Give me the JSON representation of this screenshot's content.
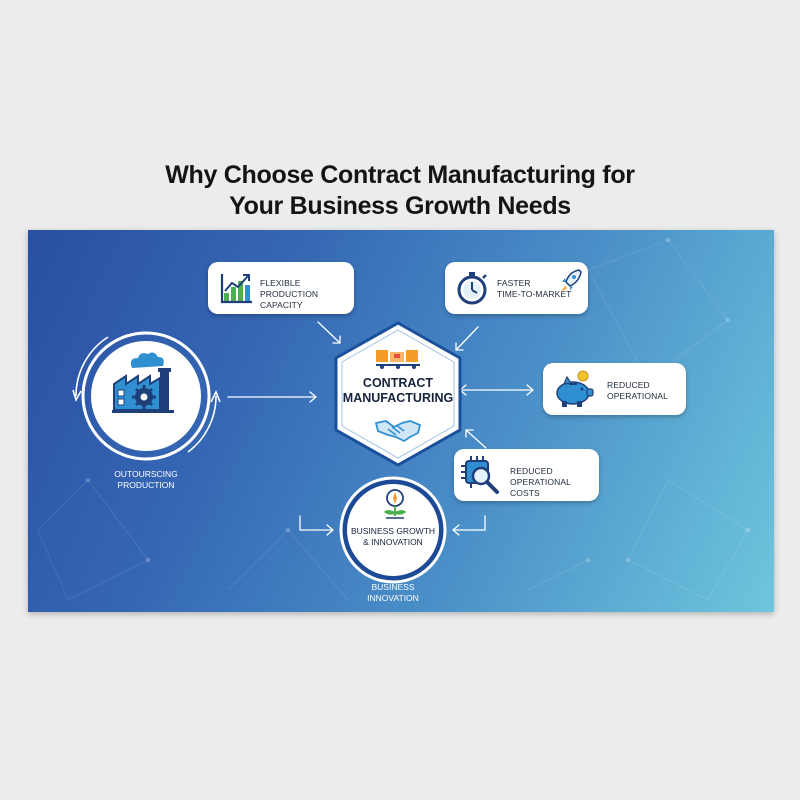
{
  "title": {
    "line1": "Why Choose Contract Manufacturing for",
    "line2": "Your Business Growth Needs"
  },
  "center": {
    "line1": "CONTRACT",
    "line2": "MANUFACTURING",
    "icons": [
      "conveyor-icon",
      "handshake-icon"
    ]
  },
  "outsourcing": {
    "line1": "OUTOURSCING",
    "line2": "PRODUCTION",
    "icon": "factory-gear-icon"
  },
  "cards": {
    "flexible": {
      "line1": "FLEXIBLE",
      "line2": "PRODUCTION CAPACITY",
      "icon": "growth-chart-icon"
    },
    "faster": {
      "line1": "FASTER",
      "line2": "TIME-TO-MARKET",
      "icon": "stopwatch-rocket-icon"
    },
    "reduced_op": {
      "line1": "REDUCED",
      "line2": "OPERATIONAL",
      "icon": "piggy-bank-icon"
    },
    "reduced_costs": {
      "line1": "REDUCED",
      "line2": "OPERATIONAL COSTS",
      "icon": "chip-magnifier-icon"
    }
  },
  "growth": {
    "line1": "BUSINESS GROWTH",
    "line2": "& INNOVATION",
    "icon": "plant-compass-icon",
    "below_line1": "BUSINESS",
    "below_line2": "INNOVATION"
  },
  "colors": {
    "panel_dark": "#2a4fa3",
    "panel_light": "#6ec6dd",
    "icon_navy": "#1f3f7a",
    "icon_blue": "#2f8fd0",
    "icon_green": "#4caf50",
    "icon_orange": "#f39c2b"
  }
}
